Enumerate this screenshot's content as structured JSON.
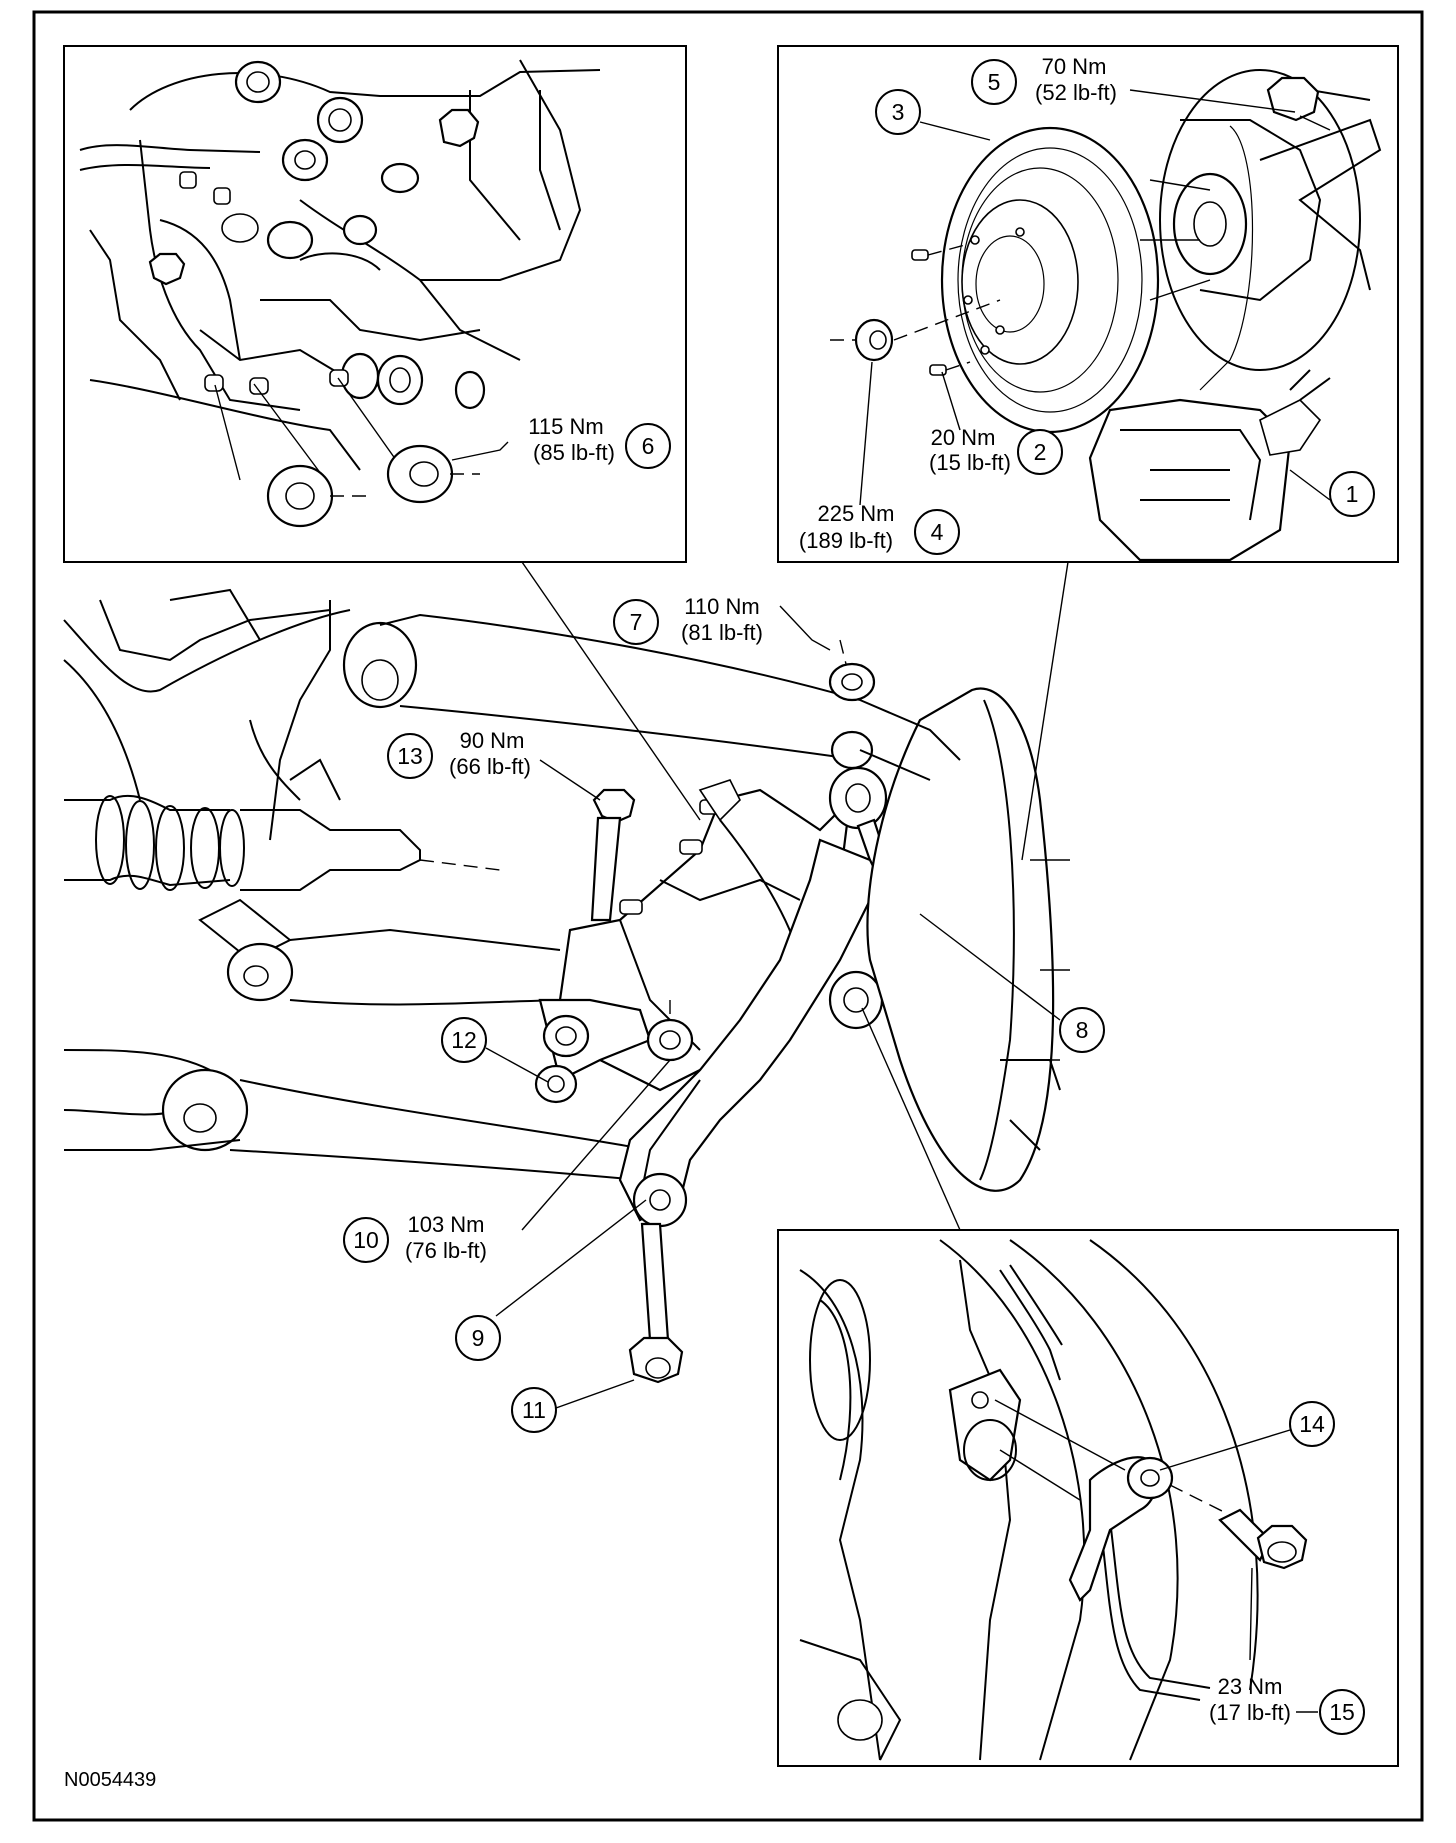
{
  "figure_id": "N0054439",
  "callouts": [
    {
      "num": "1"
    },
    {
      "num": "2",
      "torque_nm": "20 Nm",
      "torque_lbft": "(15  lb-ft)"
    },
    {
      "num": "3"
    },
    {
      "num": "4",
      "torque_nm": "225 Nm",
      "torque_lbft": "(189 lb-ft)"
    },
    {
      "num": "5",
      "torque_nm": "70 Nm",
      "torque_lbft": "(52 lb-ft)"
    },
    {
      "num": "6",
      "torque_nm": "115 Nm",
      "torque_lbft": "(85 lb-ft)"
    },
    {
      "num": "7",
      "torque_nm": "110 Nm",
      "torque_lbft": "(81 lb-ft)"
    },
    {
      "num": "8"
    },
    {
      "num": "9"
    },
    {
      "num": "10",
      "torque_nm": "103 Nm",
      "torque_lbft": "(76 lb-ft)"
    },
    {
      "num": "11"
    },
    {
      "num": "12"
    },
    {
      "num": "13",
      "torque_nm": "90 Nm",
      "torque_lbft": "(66 lb-ft)"
    },
    {
      "num": "14"
    },
    {
      "num": "15",
      "torque_nm": "23 Nm",
      "torque_lbft": "(17 lb-ft)"
    }
  ]
}
